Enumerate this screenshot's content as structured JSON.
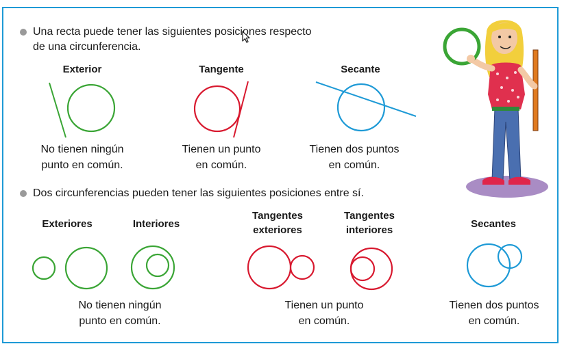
{
  "lines_section": {
    "intro_line1": "Una recta puede tener las siguientes posiciones respecto",
    "intro_line2": "de una circunferencia.",
    "cases": [
      {
        "label": "Exterior",
        "caption_line1": "No tienen ningún",
        "caption_line2": "punto en común."
      },
      {
        "label": "Tangente",
        "caption_line1": "Tienen un punto",
        "caption_line2": "en común."
      },
      {
        "label": "Secante",
        "caption_line1": "Tienen dos puntos",
        "caption_line2": "en común."
      }
    ]
  },
  "circles_section": {
    "intro": "Dos circunferencias pueden tener las siguientes posiciones entre sí.",
    "labels": {
      "exteriores": "Exteriores",
      "interiores": "Interiores",
      "tangentes_exteriores_line1": "Tangentes",
      "tangentes_exteriores_line2": "exteriores",
      "tangentes_interiores_line1": "Tangentes",
      "tangentes_interiores_line2": "interiores",
      "secantes": "Secantes"
    },
    "captions": [
      {
        "line1": "No tienen ningún",
        "line2": "punto en común."
      },
      {
        "line1": "Tienen un punto",
        "line2": "en común."
      },
      {
        "line1": "Tienen dos puntos",
        "line2": "en común."
      }
    ]
  },
  "colors": {
    "frame": "#1e9ad6",
    "green": "#3aa535",
    "red": "#d8192f",
    "blue": "#1e9ad6",
    "bullet": "#9a9a9a"
  },
  "icons": [
    "mouse-cursor-icon",
    "girl-with-hoop-illustration"
  ]
}
